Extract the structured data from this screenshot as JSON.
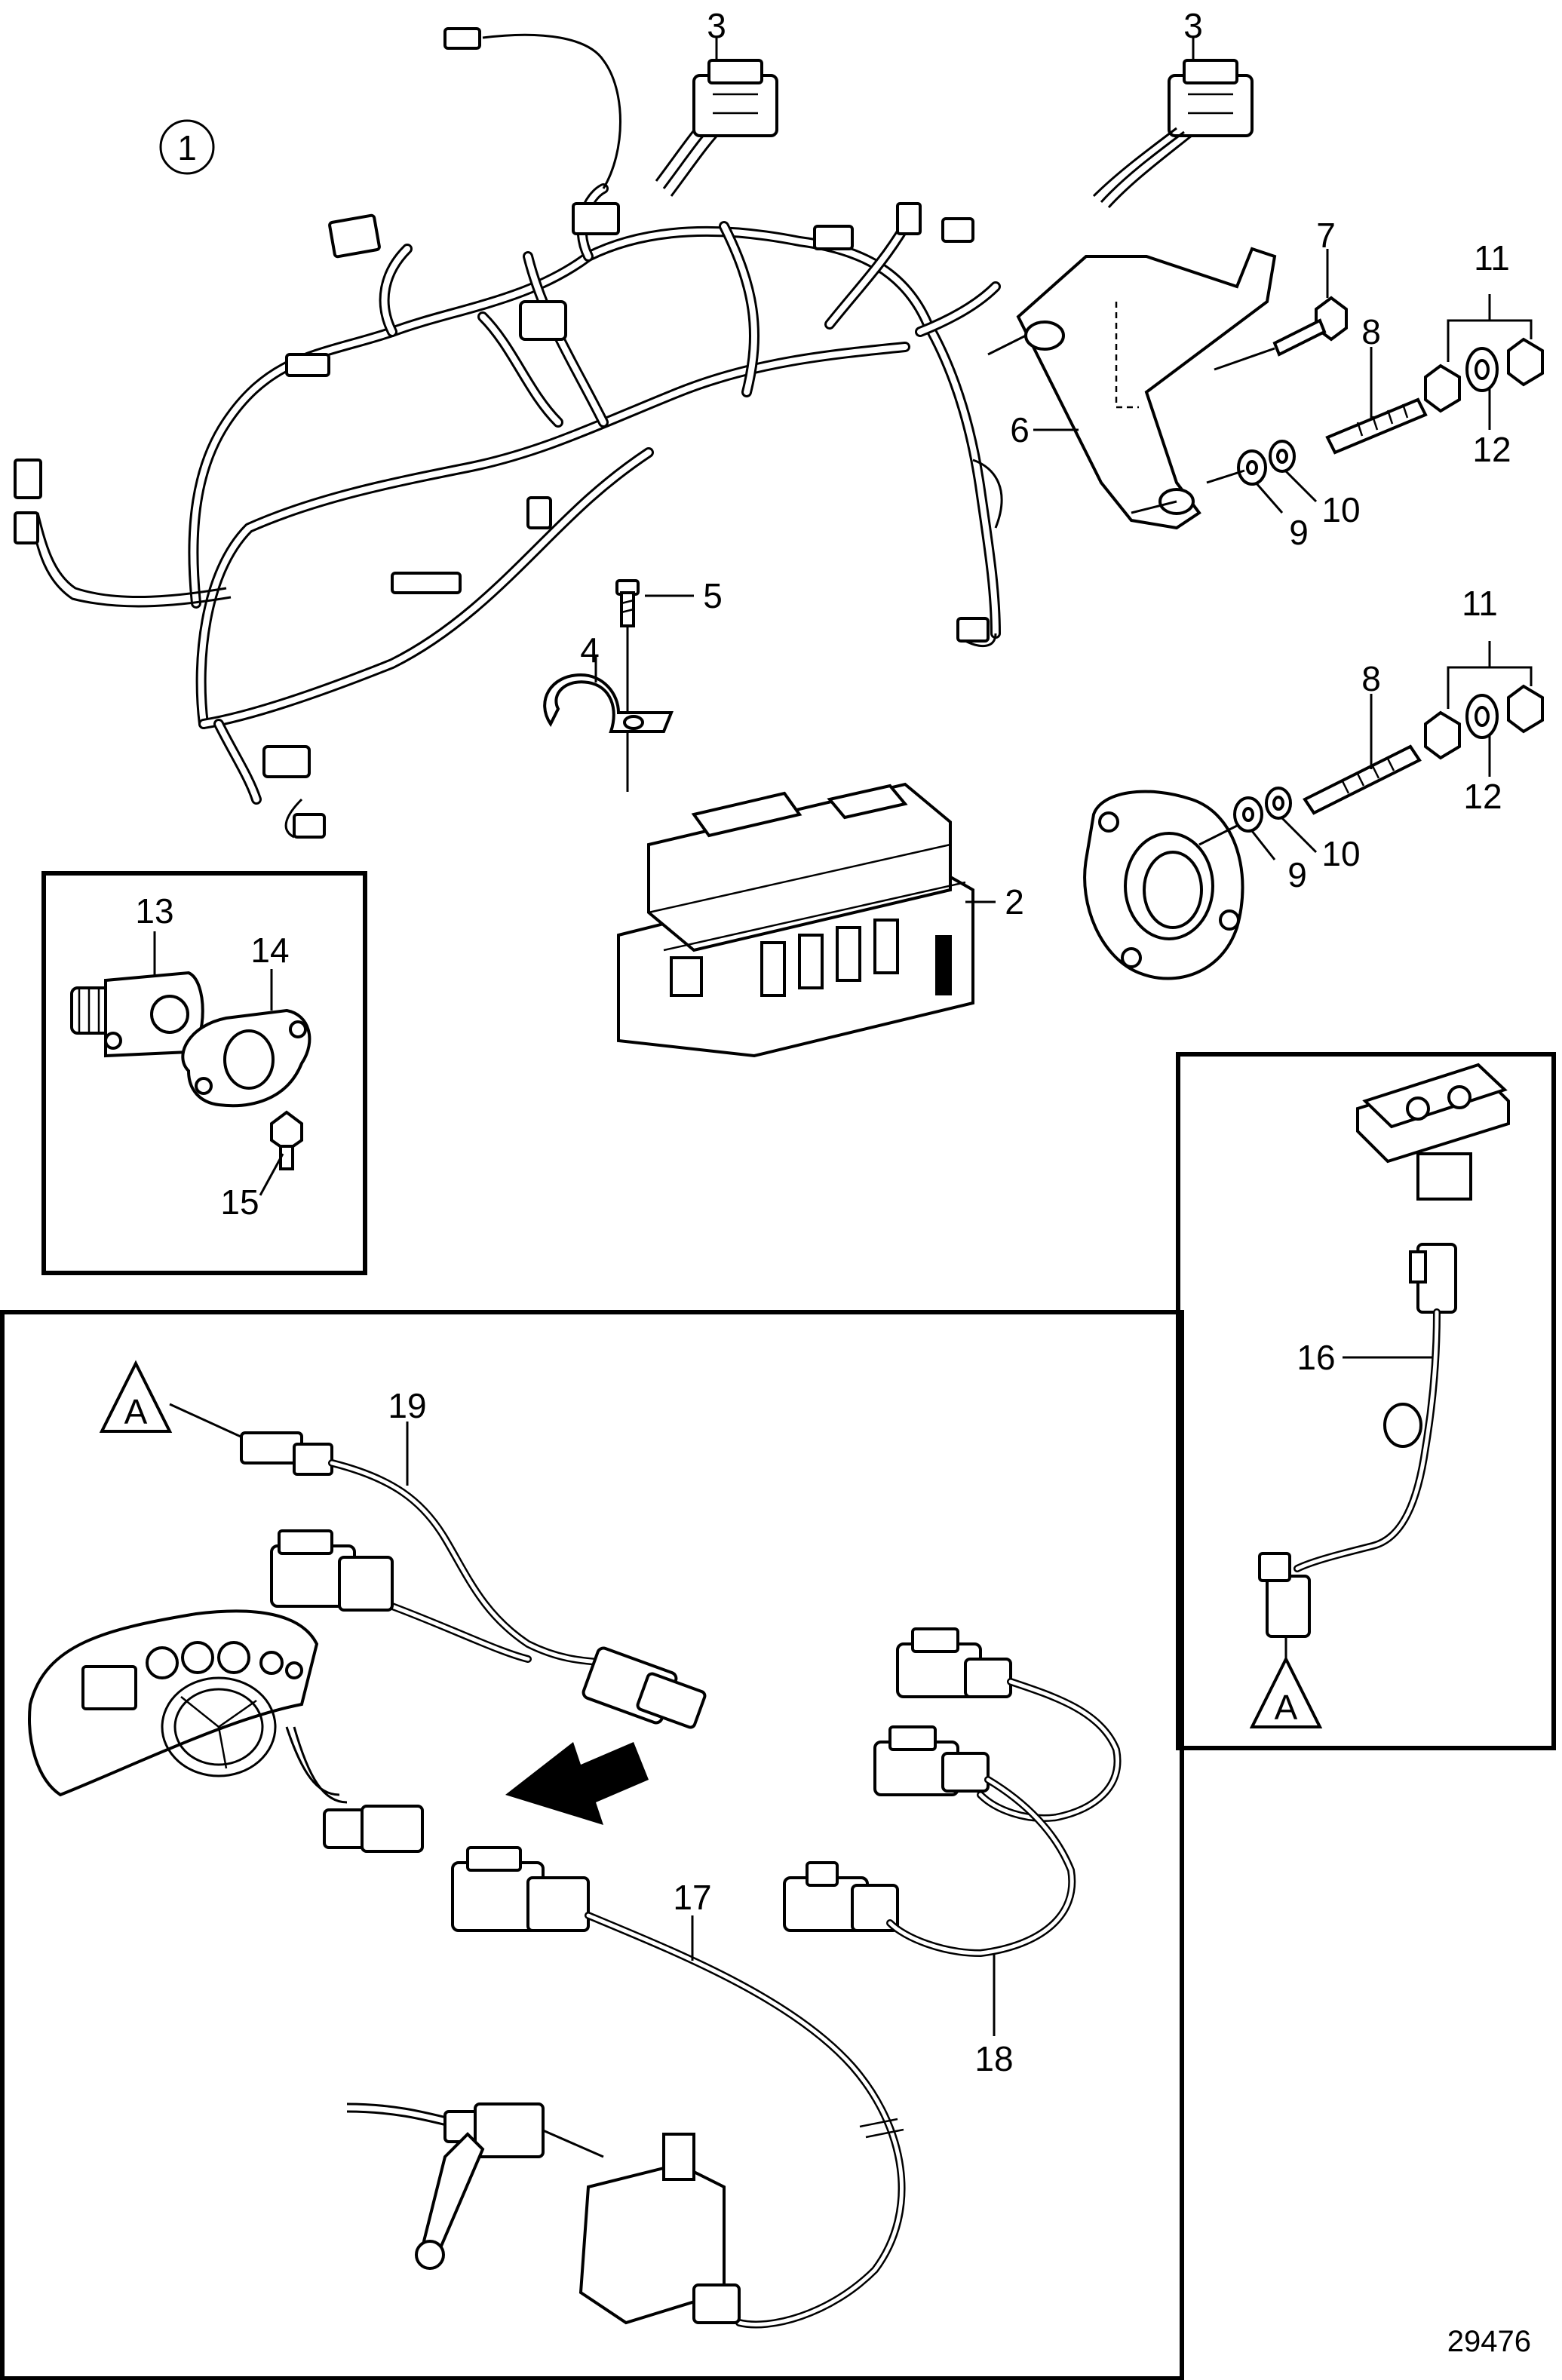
{
  "diagram": {
    "drawing_number": "29476",
    "callouts": {
      "c1": "1",
      "c2": "2",
      "c3a": "3",
      "c3b": "3",
      "c4": "4",
      "c5": "5",
      "c6": "6",
      "c7": "7",
      "c8a": "8",
      "c8b": "8",
      "c9a": "9",
      "c9b": "9",
      "c10a": "10",
      "c10b": "10",
      "c11a": "11",
      "c11b": "11",
      "c12a": "12",
      "c12b": "12",
      "c13": "13",
      "c14": "14",
      "c15": "15",
      "c16": "16",
      "c17": "17",
      "c18": "18",
      "c19": "19"
    },
    "reference_markers": {
      "a_left": "A",
      "a_right": "A"
    }
  }
}
